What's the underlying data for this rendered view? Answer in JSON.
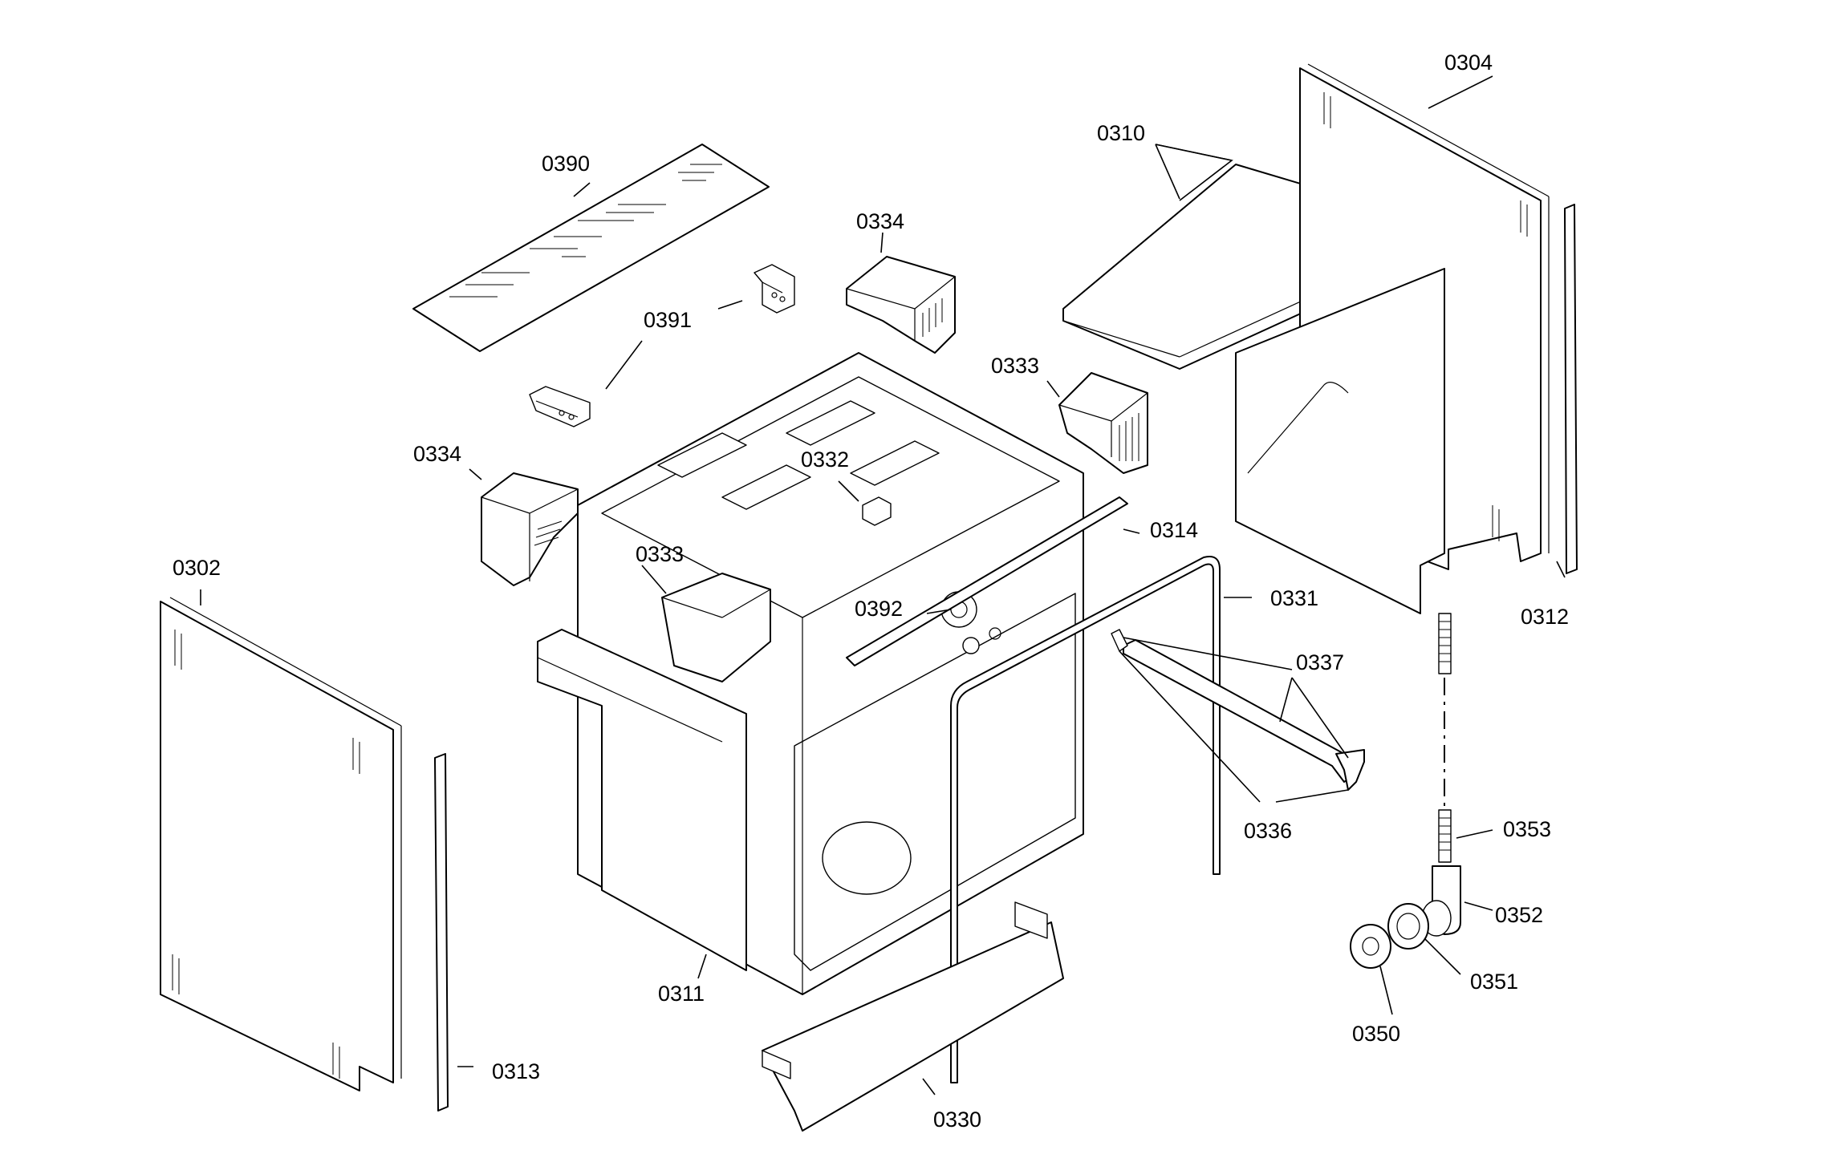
{
  "labels": {
    "l0304": "0304",
    "l0310": "0310",
    "l0390": "0390",
    "l0334a": "0334",
    "l0391": "0391",
    "l0333a": "0333",
    "l0334b": "0334",
    "l0332": "0332",
    "l0314": "0314",
    "l0302": "0302",
    "l0333b": "0333",
    "l0331": "0331",
    "l0392": "0392",
    "l0312": "0312",
    "l0337": "0337",
    "l0336": "0336",
    "l0353": "0353",
    "l0352": "0352",
    "l0351": "0351",
    "l0311": "0311",
    "l0350": "0350",
    "l0313": "0313",
    "l0330": "0330"
  },
  "colors": {
    "line": "#000000",
    "background": "#ffffff"
  }
}
